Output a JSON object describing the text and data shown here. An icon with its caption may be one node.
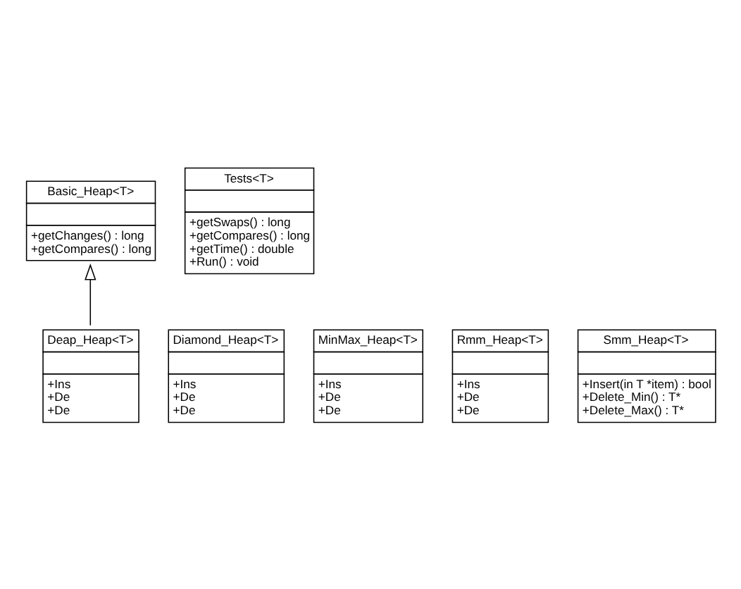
{
  "diagram": {
    "nodes": [
      {
        "text": [
          "Basic_Heap<T>",
          "+getChanges() : long",
          "+getCompares() : long"
        ]
      },
      {
        "text": [
          "Tests<T>",
          "+getSwaps() : long",
          "+getCompares() : long",
          "+getTime() : double",
          "+Run() : void"
        ]
      },
      {
        "text": [
          "Deap_Heap<T>",
          "+Ins",
          "+De",
          "+De"
        ]
      },
      {
        "text": [
          "Diamond_Heap<T>",
          "+Ins",
          "+De",
          "+De"
        ]
      },
      {
        "text": [
          "MinMax_Heap<T>",
          "+Ins",
          "+De",
          "+De"
        ]
      },
      {
        "text": [
          "Rmm_Heap<T>",
          "+Ins",
          "+De",
          "+De"
        ]
      },
      {
        "text": [
          "Smm_Heap<T>",
          "+Insert(in T *item) : bool",
          "+Delete_Min() : T*",
          "+Delete_Max() : T*"
        ]
      }
    ],
    "edges": [
      {
        "from": 2,
        "to": 0,
        "arrow": "to"
      }
    ]
  }
}
